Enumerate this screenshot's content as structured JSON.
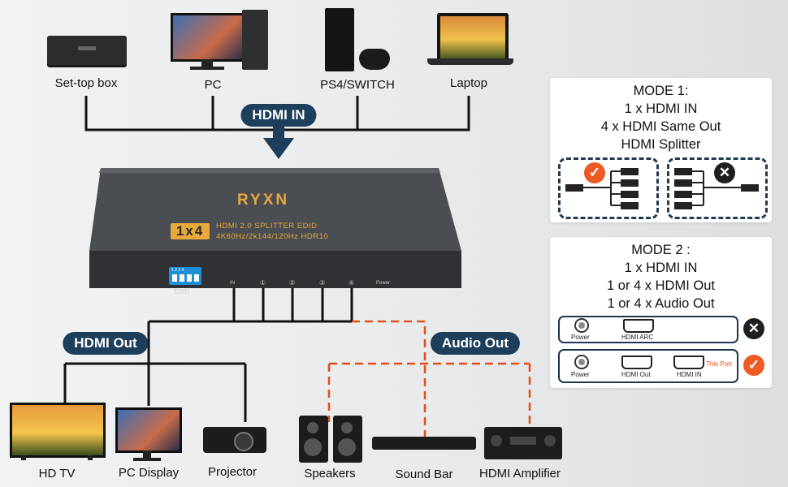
{
  "sources": [
    {
      "label": "Set-top box",
      "icon": "set-top-box-icon"
    },
    {
      "label": "PC",
      "icon": "pc-icon"
    },
    {
      "label": "PS4/SWITCH",
      "icon": "game-console-icon"
    },
    {
      "label": "Laptop",
      "icon": "laptop-icon"
    }
  ],
  "pills": {
    "hdmi_in": "HDMI IN",
    "hdmi_out": "HDMI Out",
    "audio_out": "Audio Out"
  },
  "device": {
    "brand": "RYXN",
    "model_badge": "1x4",
    "desc_line1": "HDMI 2.0 SPLITTER EDID",
    "desc_line2": "4K60Hz/2k144/120Hz HDR10",
    "edid_label": "EDID",
    "dip_digits": "1 2 3 4",
    "ports": [
      "IN",
      "①",
      "②",
      "③",
      "④"
    ],
    "power_label": "Power"
  },
  "displays": [
    {
      "label": "HD TV",
      "icon": "tv-icon"
    },
    {
      "label": "PC Display",
      "icon": "monitor-icon"
    },
    {
      "label": "Projector",
      "icon": "projector-icon"
    }
  ],
  "audio": [
    {
      "label": "Speakers",
      "icon": "speakers-icon"
    },
    {
      "label": "Sound Bar",
      "icon": "sound-bar-icon"
    },
    {
      "label": "HDMI Amplifier",
      "icon": "amplifier-icon"
    }
  ],
  "mode1": {
    "lines": [
      "MODE 1:",
      "1 x HDMI IN",
      "4 x HDMI Same Out",
      "HDMI Splitter"
    ]
  },
  "mode2": {
    "lines": [
      "MODE 2 :",
      "1 x HDMI IN",
      "1 or 4 x HDMI Out",
      "1 or 4 x Audio Out"
    ],
    "row1": {
      "power": "Power",
      "port": "HDMI ARC"
    },
    "row2": {
      "power": "Power",
      "port1": "HDMI Out",
      "port2": "HDMI IN",
      "note": "This Port"
    }
  },
  "colors": {
    "navy": "#1d3f5c",
    "accent": "#ee5a24",
    "gold": "#e8a93c",
    "device": "#4a4d51"
  }
}
